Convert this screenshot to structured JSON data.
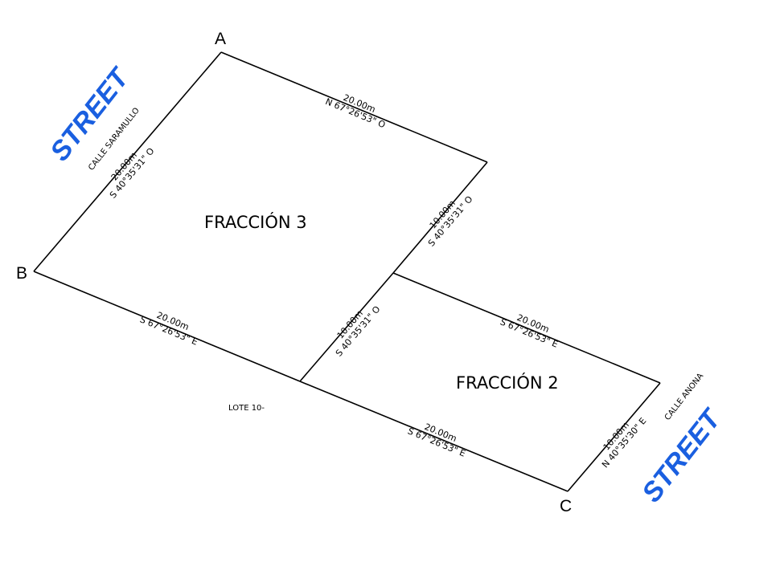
{
  "vertices": {
    "a": "A",
    "b": "B",
    "c": "C"
  },
  "fractions": {
    "f3": "FRACCIÓN 3",
    "f2": "FRACCIÓN 2"
  },
  "lot_label": "LOTE 10-",
  "streets": {
    "left": {
      "label": "STREET",
      "name": "CALLE SARAMULLO"
    },
    "right": {
      "label": "STREET",
      "name": "CALLE ANONA"
    }
  },
  "measurements": {
    "ab": {
      "length": "20.00m",
      "bearing": "S 40°35'31\" O"
    },
    "a_top": {
      "length": "20.00m",
      "bearing": "N 67°26'53\" O"
    },
    "top_right": {
      "length": "10.00m",
      "bearing": "S 40°35'31\" O"
    },
    "b_bottom": {
      "length": "20.00m",
      "bearing": "S 67°26'53\" E"
    },
    "mid_diag": {
      "length": "10.00m",
      "bearing": "S 40°35'31\" O"
    },
    "mid_right": {
      "length": "20.00m",
      "bearing": "S 67°26'53\" E"
    },
    "bottom_c": {
      "length": "20.00m",
      "bearing": "S 67°26'53\" E"
    },
    "c_right": {
      "length": "10.00m",
      "bearing": "N 40°35'30\" E"
    }
  },
  "colors": {
    "street": "#1a5fe0",
    "line": "#000000"
  }
}
